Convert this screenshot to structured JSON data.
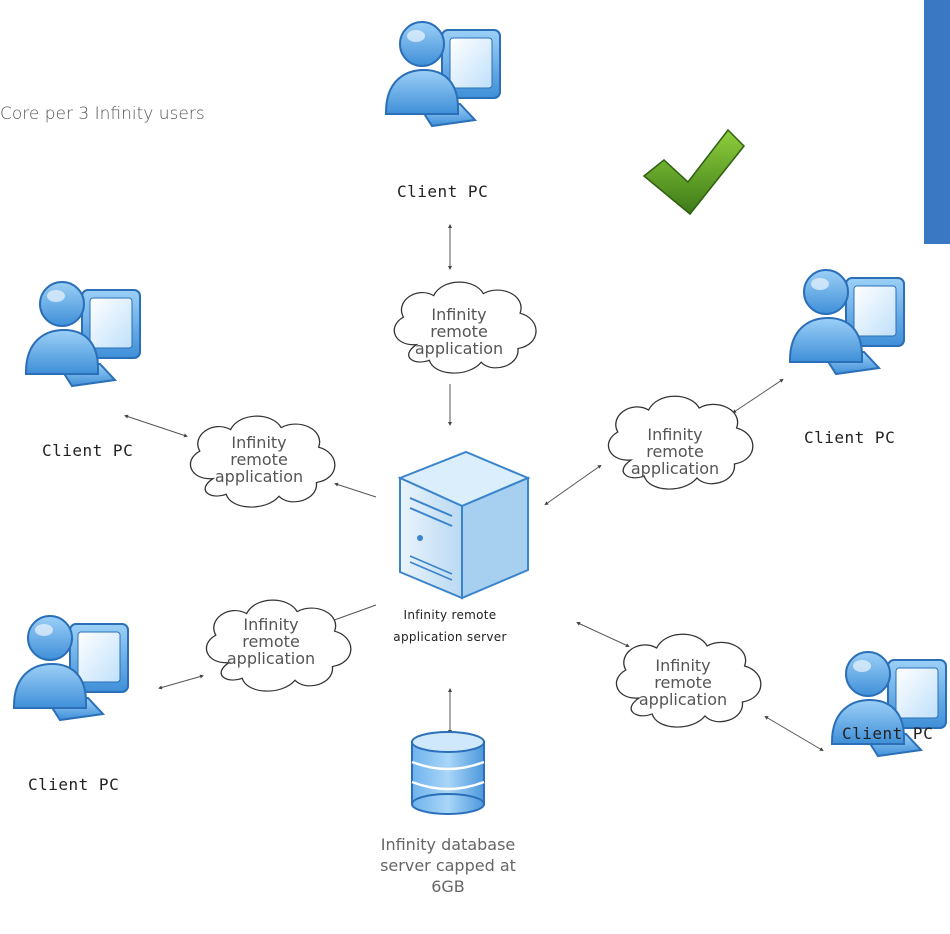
{
  "header": {
    "note": "Core per 3 Infinity users"
  },
  "icons": {
    "check": "checkmark-icon",
    "client": "client-pc-icon",
    "server": "server-tower-icon",
    "database": "database-icon"
  },
  "colors": {
    "accent_bar": "#3b78c4",
    "checkmark": "#4c8a1e",
    "pc_blue": "#5aa7ea"
  },
  "nodes": {
    "client_top": "Client PC",
    "client_left_upper": "Client PC",
    "client_right_upper": "Client PC",
    "client_left_lower": "Client PC",
    "client_right_lower": "Client PC",
    "server_line1": "Infinity remote",
    "server_line2": "application server",
    "db_line1": "Infinity database",
    "db_line2": "server capped at",
    "db_line3": "6GB"
  },
  "clouds": [
    {
      "line1": "Infinity",
      "line2": "remote",
      "line3": "application"
    },
    {
      "line1": "Infinity",
      "line2": "remote",
      "line3": "application"
    },
    {
      "line1": "Infinity",
      "line2": "remote",
      "line3": "application"
    },
    {
      "line1": "Infinity",
      "line2": "remote",
      "line3": "application"
    },
    {
      "line1": "Infinity",
      "line2": "remote",
      "line3": "application"
    }
  ]
}
